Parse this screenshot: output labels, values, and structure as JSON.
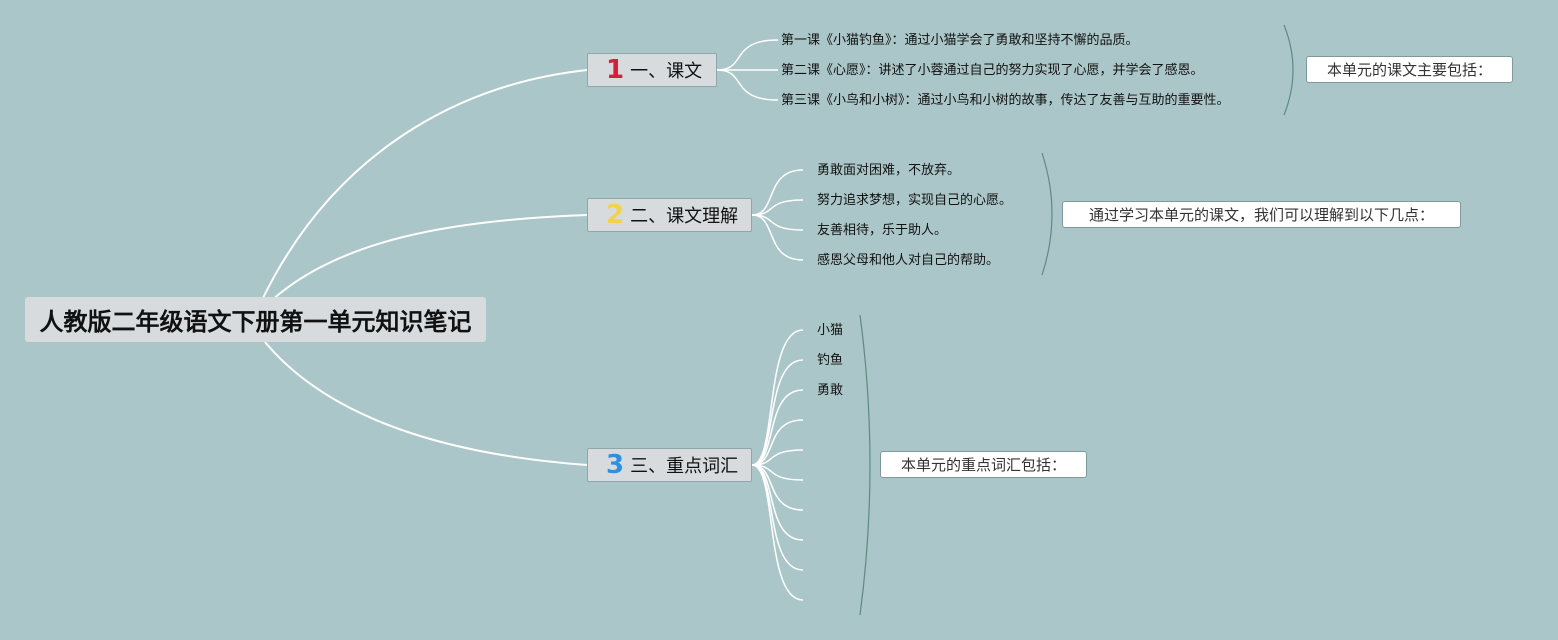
{
  "root": {
    "title": "人教版二年级语文下册第一单元知识笔记"
  },
  "branches": [
    {
      "number": "1",
      "number_color": "#d4203a",
      "label": "一、课文",
      "children": [
        "第一课《小猫钓鱼》：通过小猫学会了勇敢和坚持不懈的品质。",
        "第二课《心愿》：讲述了小蓉通过自己的努力实现了心愿，并学会了感恩。",
        "第三课《小鸟和小树》：通过小鸟和小树的故事，传达了友善与互助的重要性。"
      ],
      "summary": "本单元的课文主要包括："
    },
    {
      "number": "2",
      "number_color": "#f2d24a",
      "label": "二、课文理解",
      "children": [
        "勇敢面对困难，不放弃。",
        "努力追求梦想，实现自己的心愿。",
        "友善相待，乐于助人。",
        "感恩父母和他人对自己的帮助。"
      ],
      "summary": "通过学习本单元的课文，我们可以理解到以下几点："
    },
    {
      "number": "3",
      "number_color": "#2f8fe0",
      "label": "三、重点词汇",
      "children": [
        "小猫",
        "钓鱼",
        "勇敢",
        "",
        "",
        "",
        "",
        "",
        "",
        ""
      ],
      "summary": "本单元的重点词汇包括："
    }
  ],
  "colors": {
    "background": "#abc6c8",
    "connector": "#ffffff",
    "bracket": "#5e8a80"
  }
}
